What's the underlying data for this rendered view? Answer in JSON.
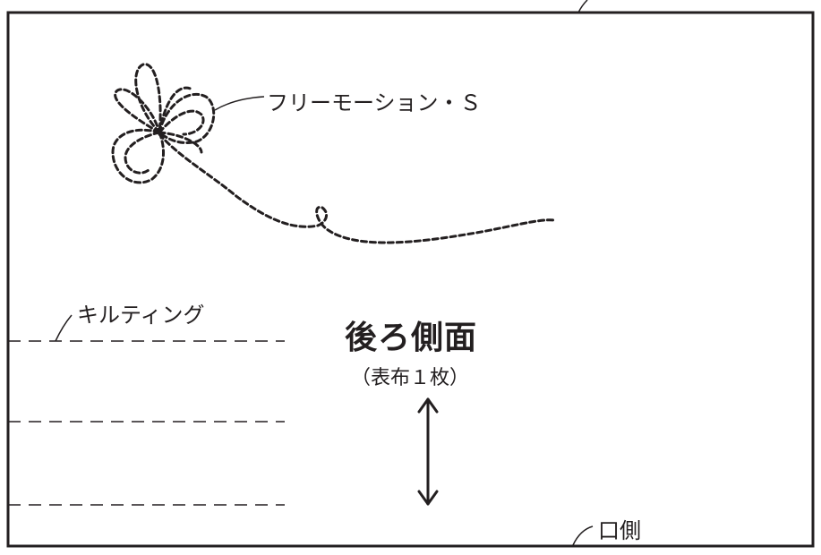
{
  "diagram": {
    "title": "後ろ側面",
    "subtitle": "（表布１枚）",
    "labels": {
      "free_motion": "フリーモーション・Ｓ",
      "quilting": "キルティング",
      "opening_side": "口側"
    },
    "colors": {
      "line": "#231f20",
      "background": "#ffffff"
    }
  }
}
